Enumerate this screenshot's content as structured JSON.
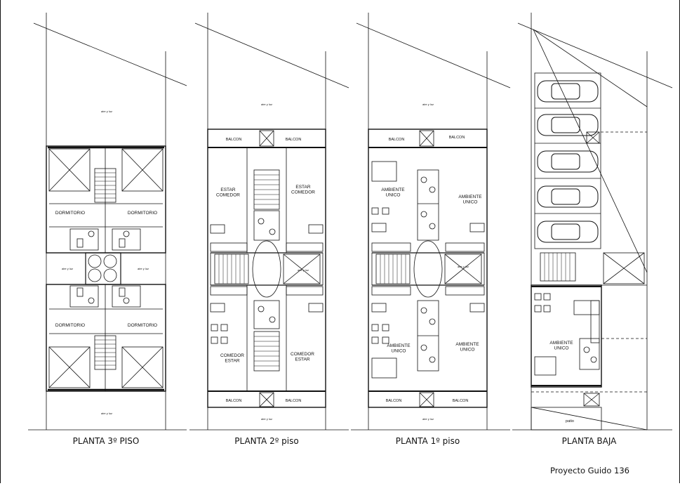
{
  "project_title": "Proyecto Guido 136",
  "plans": [
    {
      "title": "PLANTA 3º PISO",
      "rooms": [
        "DORMITORIO",
        "DORMITORIO",
        "DORMITORIO",
        "DORMITORIO"
      ],
      "notes": [
        "aire y luz",
        "aire y luz",
        "aire y luz",
        "aire y luz"
      ]
    },
    {
      "title": "PLANTA 2º piso",
      "balcon": [
        "BALCON",
        "BALCON",
        "BALCON",
        "BALCON"
      ],
      "rooms": [
        "ESTAR\nCOMEDOR",
        "ESTAR\nCOMEDOR",
        "COMEDOR\nESTAR",
        "COMEDOR\nESTAR"
      ],
      "notes": [
        "aire y luz",
        "aire y luz",
        "aire y luz"
      ]
    },
    {
      "title": "PLANTA 1º  piso",
      "balcon": [
        "BALCON",
        "BALCON",
        "BALCON",
        "BALCON"
      ],
      "rooms": [
        "AMBIENTE\nUNICO",
        "AMBIENTE\nUNICO",
        "AMBIENTE\nUNICO",
        "AMBIENTE\nUNICO"
      ],
      "notes": [
        "aire y luz",
        "aire y luz",
        "aire y luz"
      ]
    },
    {
      "title": "PLANTA BAJA",
      "rooms": [
        "AMBIENTE\nUNICO"
      ],
      "patio": "patio"
    }
  ]
}
